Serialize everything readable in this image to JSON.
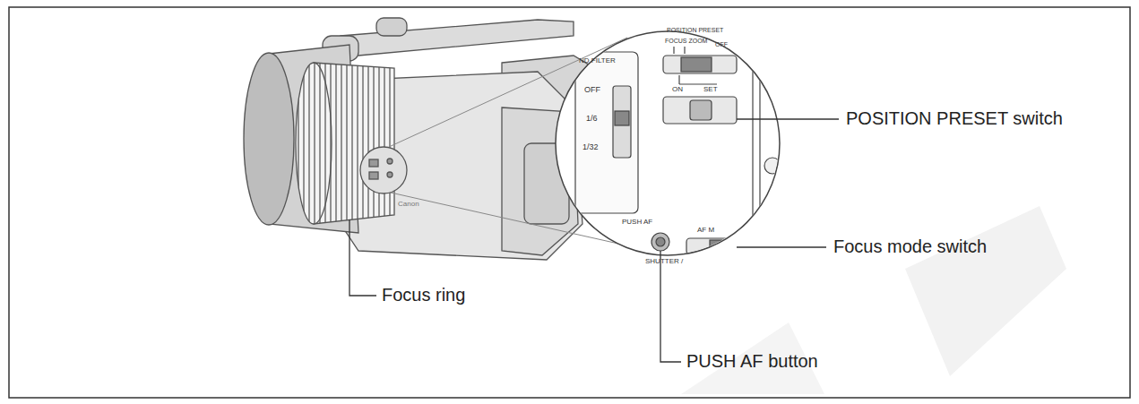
{
  "diagram": {
    "labels": [
      "POSITION PRESET switch",
      "Focus mode switch",
      "Focus ring",
      "PUSH AF button",
      "ND FILTER",
      "OFF",
      "1/6",
      "1/32",
      "POSITION PRESET",
      "FOCUS ZOOM",
      "OFF",
      "ON",
      "SET",
      "PUSH AF",
      "SHUTTER /",
      "AF M",
      "Canon"
    ]
  }
}
